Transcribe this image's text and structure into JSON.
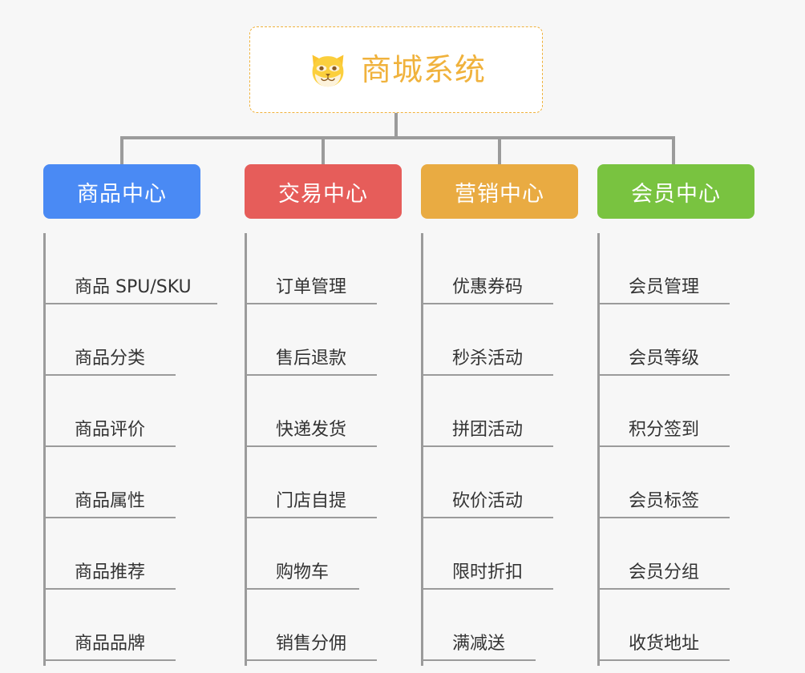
{
  "page": {
    "background_color": "#f7f7f7",
    "line_color": "#9b9b9b"
  },
  "root": {
    "title": "商城系统",
    "icon": "shiba-inu-icon",
    "text_color": "#f0b23c",
    "border_color": "#f0b23c",
    "border_style": "dashed",
    "background_color": "#ffffff"
  },
  "columns": [
    {
      "header": "商品中心",
      "color": "#4a8af4",
      "items": [
        "商品 SPU/SKU",
        "商品分类",
        "商品评价",
        "商品属性",
        "商品推荐",
        "商品品牌"
      ]
    },
    {
      "header": "交易中心",
      "color": "#e65d5a",
      "items": [
        "订单管理",
        "售后退款",
        "快递发货",
        "门店自提",
        "购物车",
        "销售分佣"
      ]
    },
    {
      "header": "营销中心",
      "color": "#e9ab42",
      "items": [
        "优惠券码",
        "秒杀活动",
        "拼团活动",
        "砍价活动",
        "限时折扣",
        "满减送"
      ]
    },
    {
      "header": "会员中心",
      "color": "#79c340",
      "items": [
        "会员管理",
        "会员等级",
        "积分签到",
        "会员标签",
        "会员分组",
        "收货地址"
      ]
    }
  ]
}
